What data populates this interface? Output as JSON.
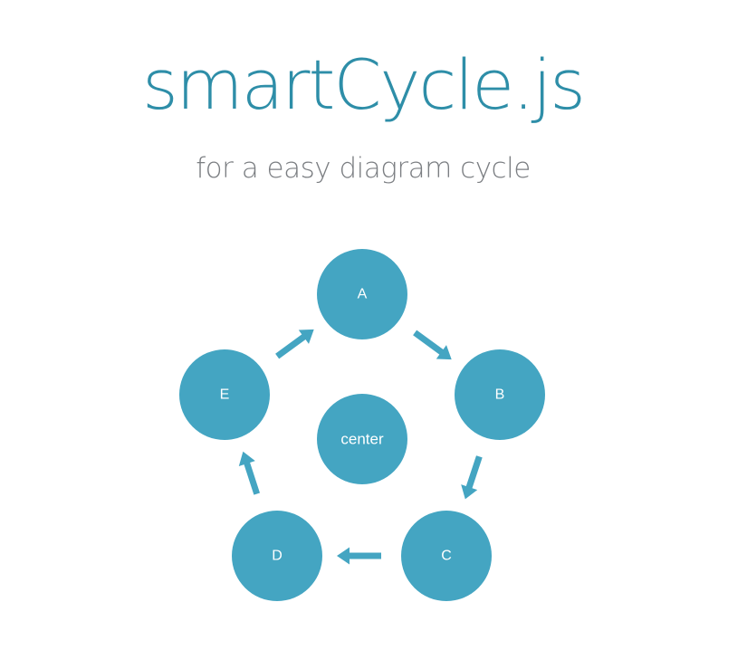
{
  "header": {
    "title": "smartCycle.js",
    "subtitle": "for a easy diagram cycle"
  },
  "diagram": {
    "color": "#44a5c2",
    "center": {
      "label": "center"
    },
    "nodes": [
      {
        "id": "a",
        "label": "A"
      },
      {
        "id": "b",
        "label": "B"
      },
      {
        "id": "c",
        "label": "C"
      },
      {
        "id": "d",
        "label": "D"
      },
      {
        "id": "e",
        "label": "E"
      }
    ],
    "edges": [
      {
        "from": "a",
        "to": "b"
      },
      {
        "from": "b",
        "to": "c"
      },
      {
        "from": "c",
        "to": "d"
      },
      {
        "from": "d",
        "to": "e"
      },
      {
        "from": "e",
        "to": "a"
      }
    ]
  }
}
